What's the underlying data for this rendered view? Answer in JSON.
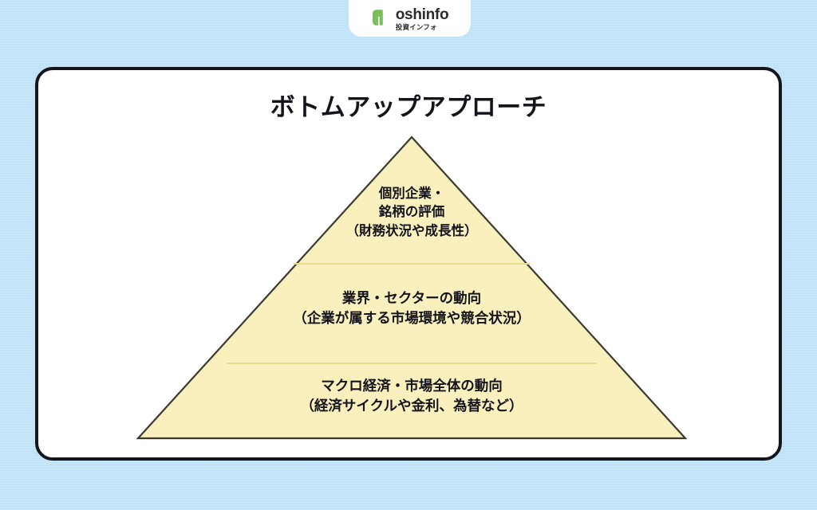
{
  "brand": {
    "name": "oshinfo",
    "subtitle": "投資インフォ",
    "logo_icon": "oshinfo-green-mark-icon",
    "logo_color": "#79bf5a"
  },
  "card": {
    "title": "ボトムアップアプローチ",
    "border_color": "#15151e",
    "background_color": "#ffffff"
  },
  "background": {
    "color": "#bfe3f7"
  },
  "chart_data": {
    "type": "pyramid",
    "title": "ボトムアップアプローチ",
    "orientation": "apex-up",
    "fill_color": "#faf0be",
    "outline_color": "#3a3a2e",
    "divider_color": "#e8d98e",
    "tiers": [
      {
        "level": 1,
        "position": "top",
        "label": "個別企業・\n銘柄の評価\n（財務状況や成長性）",
        "lines": [
          "個別企業・",
          "銘柄の評価",
          "（財務状況や成長性）"
        ]
      },
      {
        "level": 2,
        "position": "middle",
        "label": "業界・セクターの動向\n（企業が属する市場環境や競合状況）",
        "lines": [
          "業界・セクターの動向",
          "（企業が属する市場環境や競合状況）"
        ]
      },
      {
        "level": 3,
        "position": "bottom",
        "label": "マクロ経済・市場全体の動向\n（経済サイクルや金利、為替など）",
        "lines": [
          "マクロ経済・市場全体の動向",
          "（経済サイクルや金利、為替など）"
        ]
      }
    ]
  }
}
